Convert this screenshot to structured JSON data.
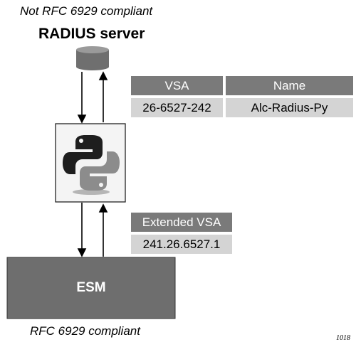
{
  "diagram": {
    "top_note": "Not RFC 6929 compliant",
    "server_label": "RADIUS server",
    "vsa_table": {
      "headers": [
        "VSA",
        "Name"
      ],
      "row": [
        "26-6527-242",
        "Alc-Radius-Py"
      ]
    },
    "extended_vsa": {
      "header": "Extended VSA",
      "value": "241.26.6527.1"
    },
    "esm_label": "ESM",
    "bottom_note": "RFC 6929 compliant",
    "figure_id": "1018"
  }
}
